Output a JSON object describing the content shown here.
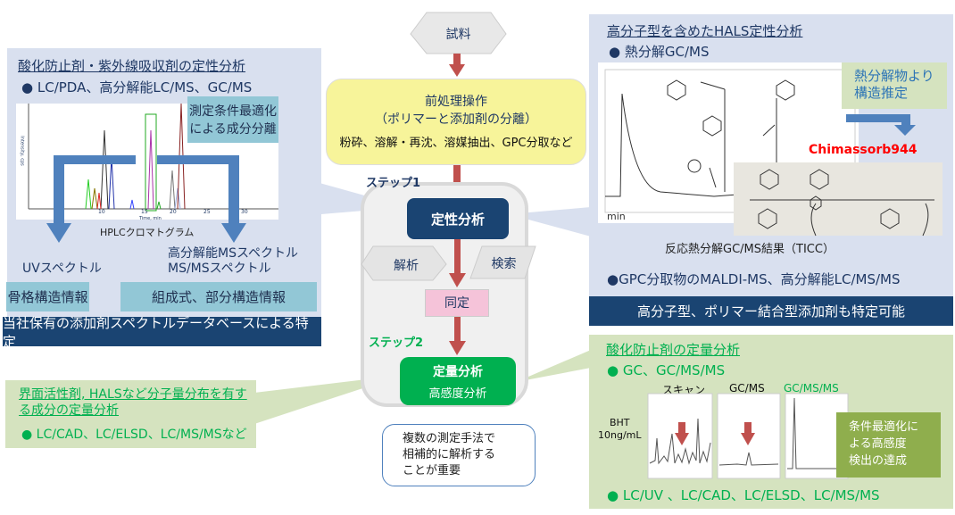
{
  "colors": {
    "navy": "#1a4472",
    "panel_blue": "#d9e0ef",
    "panel_green": "#d5e3bf",
    "teal": "#92c7d6",
    "flow_arrow": "#c0504d",
    "green": "#00b050",
    "yellow": "#f7f49a",
    "pink": "#f5c3d9",
    "red_label": "#ff0000",
    "blue_arrow": "#4f81bd"
  },
  "flow": {
    "sample": "試料",
    "pretreatment": {
      "title": "前処理操作",
      "subtitle": "（ポリマーと添加剤の分離）",
      "methods": "粉砕、溶解・再沈、溶媒抽出、GPC分取など"
    },
    "step1_label": "ステップ1",
    "qualitative": "定性分析",
    "analysis": "解析",
    "search": "検索",
    "identification": "同定",
    "step2_label": "ステップ2",
    "quantitative": "定量分析",
    "quantitative_sub": "高感度分析",
    "note": [
      "複数の測定手法で",
      "相補的に解析する",
      "ことが重要"
    ]
  },
  "left_panel": {
    "title": "酸化防止剤・紫外線吸収剤の定性分析",
    "bullet": "LC/PDA、高分解能LC/MS、GC/MS",
    "callout": [
      "測定条件最適化",
      "による成分分離"
    ],
    "chromatogram_label": "HPLCクロマトグラム",
    "x_axis_title": "Time, min",
    "x_ticks": [
      "10",
      "15",
      "20",
      "25",
      "30"
    ],
    "y_axis_title": "Intensity, cps",
    "uv_spectrum": "UVスペクトル",
    "ms_spectrum": [
      "高分解能MSスペクトル",
      "MS/MSスペクトル"
    ],
    "uv_info": "骨格構造情報",
    "ms_info": "組成式、部分構造情報",
    "footer": "当社保有の添加剤スペクトルデータベースによる特定"
  },
  "right_top_panel": {
    "title": "高分子型を含めたHALS定性分析",
    "bullet1": "熱分解GC/MS",
    "callout": [
      "熱分解物より",
      "構造推定"
    ],
    "compound": "Chimassorb944",
    "axis_label": "min",
    "caption": "反応熱分解GC/MS結果（TICC）",
    "bullet2": "GPC分取物のMALDI-MS、高分解能LC/MS/MS",
    "footer": "高分子型、ポリマー結合型添加剤も特定可能"
  },
  "left_bottom_panel": {
    "title": "界面活性剤, HALSなど分子量分布を有する成分の定量分析",
    "bullet": "LC/CAD、LC/ELSD、LC/MS/MSなど"
  },
  "right_bottom_panel": {
    "title": "酸化防止剤の定量分析",
    "bullet1": "GC、GC/MS/MS",
    "sample_label": [
      "BHT",
      "10ng/mL"
    ],
    "chart_labels": [
      "スキャン",
      "GC/MS",
      "GC/MS/MS"
    ],
    "callout": [
      "条件最適化に",
      "よる高感度",
      "検出の達成"
    ],
    "bullet2": "LC/UV 、LC/CAD、LC/ELSD、LC/MS/MS"
  }
}
